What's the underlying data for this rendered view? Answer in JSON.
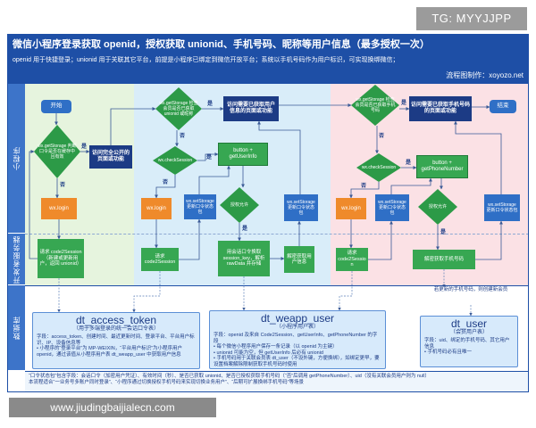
{
  "tag": "TG: MYYJJPP",
  "watermark": "www.jiudingbaijialecn.com",
  "header": {
    "title": "微信小程序登录获取 openid，授权获取 unionid、手机号码、昵称等用户信息（最多授权一次）",
    "subtitle": "openid 用于快捷登录；unionid 用于关联其它平台，前提是小程序已绑定到微信开放平台；系统以手机号码作为用户标识，可实现换绑微信；",
    "credit": "流程图制作：xoyozo.net"
  },
  "swimlanes": {
    "mini_program": "小程序",
    "server": "开发者服务器",
    "database": "数据库"
  },
  "nodes": {
    "start": "开始",
    "check_token": "wx.getStorage 判断口令是否在缓存中且有效",
    "public_page": "访问完全公开的页面或功能",
    "login_1": "wx.login",
    "check_unionid": "wx.getStorage 检查会员是否已获取 unionid 或昵称",
    "userinfo_page": "访问需要已获取用户信息的页面或功能",
    "check_session_1": "wx.checkSession",
    "get_userinfo_button": "button + getUserInfo",
    "authorize_1": "授权允许",
    "login_2": "wx.login",
    "set_storage_1": "wx.setStorage 更新口令状态包",
    "set_storage_2": "wx.setStorage 更新口令状态包",
    "check_phone": "wx.getStorage 检查会员是否已获取手机号码",
    "phone_page": "访问需要已获取手机号码的页面或功能",
    "end": "结束",
    "check_session_2": "wx.checkSession",
    "get_phone_button": "button + getPhoneNumber",
    "authorize_2": "授权允许",
    "login_3": "wx.login",
    "set_storage_3": "wx.setStorage 更新口令状态包",
    "set_storage_4": "wx.setStorage 更新口令状态包",
    "code2session_1": "请求 code2Session（新建或更新用户，返回 unionid）",
    "code2session_2": "请求 code2Session",
    "decode_rawdata": "用会话口令换取 session_key，解析 rawData 并存储",
    "decrypt_userinfo": "解密获取用户信息",
    "code2session_3": "请求 code2Session",
    "decrypt_phone": "解密获取手机号码",
    "phone_note": "若更新的手机号码，则创建新会员"
  },
  "edge_labels": {
    "yes": "是",
    "no": "否"
  },
  "tables": [
    {
      "name": "dt_access_token",
      "desc": "（用于多端登录的统一会话口令表）",
      "lines": [
        "字段：access_token、创建时间、最近更新时间、登录平台、平台用户标识、IP、设备信息等",
        "• 小程序的“登录平台”为 MP-WEIXIN，“平台用户标识”为小程序用户 openid，通过该值从小程序用户表 dt_weapp_user 中获取用户信息"
      ]
    },
    {
      "name": "dt_weapp_user",
      "desc": "（小程序用户表）",
      "lines": [
        "字段：openid 及来自 Code2Session、getUserInfo、getPhoneNumber 的字段",
        "• 每个微信小程序用户保存一条记录（以 openid 为主键）",
        "• unionid 可能为空，但 getUserInfo 后必有 unionid",
        "• 手机号码用于关联会员表 dt_user（不设外键，方便换绑），如绑定更早，要设置档案解除限制获取手机号码时使用"
      ]
    },
    {
      "name": "dt_user",
      "desc": "（会员用户表）",
      "lines": [
        "字段：uid、绑定的手机号码、其它用户信息",
        "• 手机号码必有且唯一"
      ]
    }
  ],
  "footnotes": [
    "“口令状态包”包含字段：会话口令（加密用户凭证）、有效时间（秒）、是否已获取 unionid、是否已授权获取手机号码（“否”后调用 getPhoneNumber）、uid（没有关联会员用户则为 null）",
    "本流程适合“一业务号多账户同时登录”、“小程序通过切换授权手机号码来实现切换业务用户”、“后期可扩展换绑手机号码”等场景"
  ],
  "colors": {
    "header": "#1e4fa6",
    "strip": "#3d74c9",
    "lane_green": "#e6f4de",
    "lane_blue": "#d9edf9",
    "lane_pink": "#fbe1e5",
    "diamond": "#2c9a47",
    "blue_box": "#2f6fc6",
    "navy_box": "#1c3b85",
    "orange_box": "#ef8a2b",
    "server_box": "#37a752",
    "db_box": "#d7eafb",
    "tag": "#9b9b9b",
    "watermark": "#8a8a8a"
  }
}
